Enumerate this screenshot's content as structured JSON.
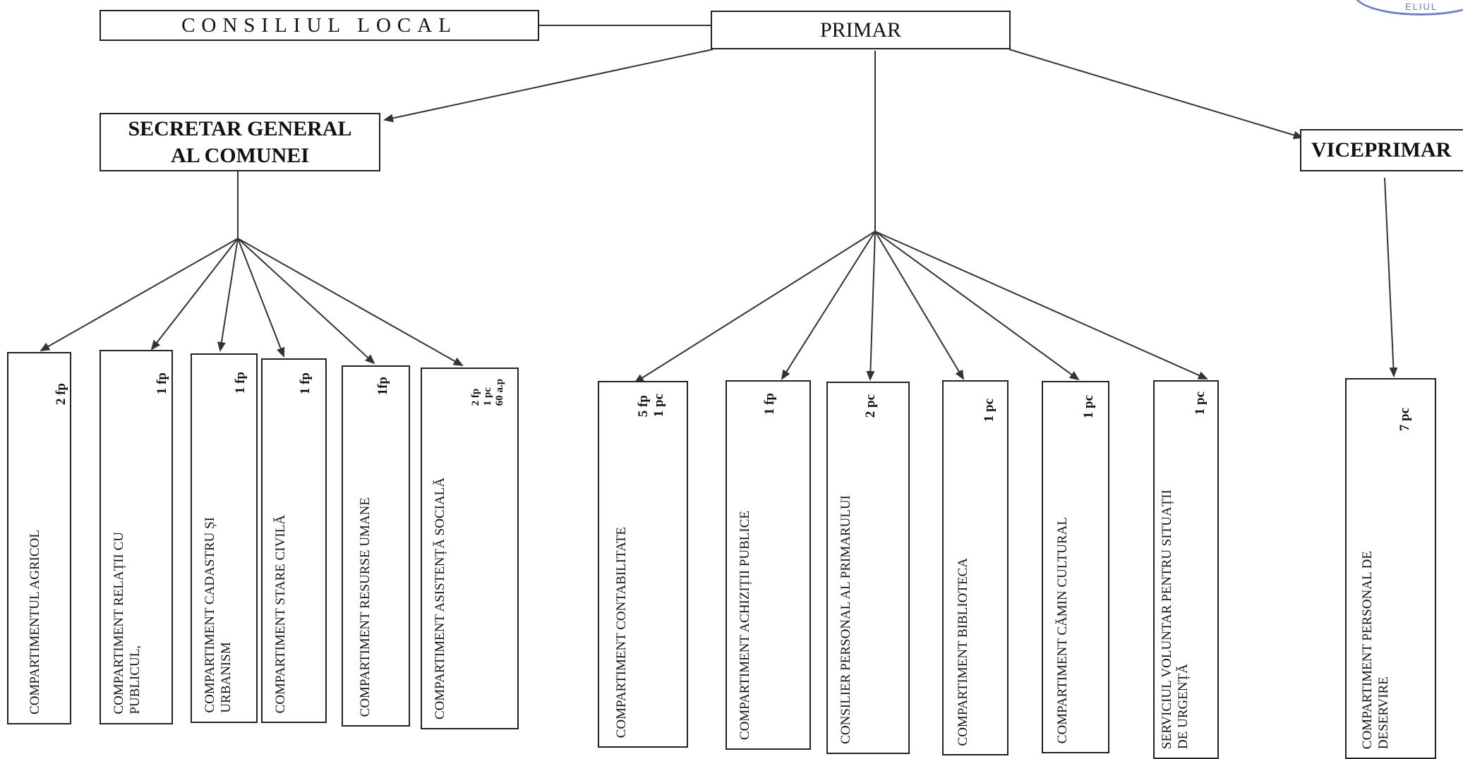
{
  "top": {
    "consiliu": "CONSILIUL LOCAL",
    "primar": "PRIMAR"
  },
  "level2": {
    "secretar_line1": "SECRETAR GENERAL",
    "secretar_line2": "AL COMUNEI",
    "viceprimar": "VICEPRIMAR"
  },
  "seal": {
    "text": "ELIUL"
  },
  "departments": [
    {
      "label": "COMPARTIMENTUL AGRICOL",
      "count": "2 fp"
    },
    {
      "label": "COMPARTIMENT RELAȚII CU\nPUBLICUL,",
      "count": "1 fp"
    },
    {
      "label": "COMPARTIMENT CADASTRU ȘI\nURBANISM",
      "count": "1 fp"
    },
    {
      "label": "COMPARTIMENT  STARE CIVILĂ",
      "count": "1 fp"
    },
    {
      "label": "COMPARTIMENT  RESURSE UMANE",
      "count": "1fp"
    },
    {
      "label": "COMPARTIMENT  ASISTENȚĂ SOCIALĂ",
      "count": "2 fp\n1 pc\n60 a.p"
    },
    {
      "label": "COMPARTIMENT CONTABILITATE",
      "count": "5 fp\n1 pc"
    },
    {
      "label": "COMPARTIMENT ACHIZIȚII PUBLICE",
      "count": "1 fp"
    },
    {
      "label": "CONSILIER  PERSONAL AL PRIMARULUI",
      "count": "2 pc"
    },
    {
      "label": "COMPARTIMENT BIBLIOTECA",
      "count": "1 pc"
    },
    {
      "label": "COMPARTIMENT CĂMIN CULTURAL",
      "count": "1 pc"
    },
    {
      "label": "SERVICIUL  VOLUNTAR  PENTRU  SITUAȚII\nDE URGENȚĂ",
      "count": "1 pc"
    },
    {
      "label": "COMPARTIMENT   PERSONAL   DE\nDESERVIRE",
      "count": "7 pc"
    }
  ]
}
